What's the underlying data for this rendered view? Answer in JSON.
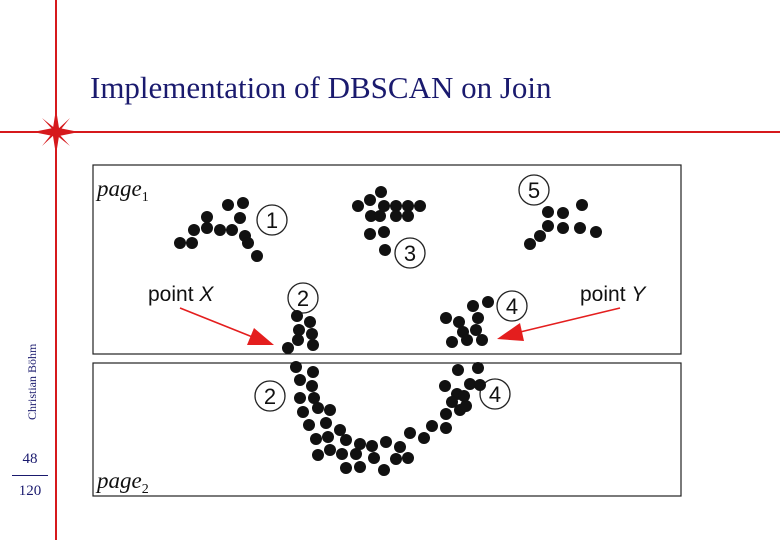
{
  "slide": {
    "title": "Implementation of DBSCAN on Join",
    "author": "Christian Böhm",
    "page_current": "48",
    "page_total": "120"
  },
  "figure": {
    "page1_label": "page",
    "page1_sub": "1",
    "page2_label": "page",
    "page2_sub": "2",
    "point_x_label": "point",
    "point_x_var": "X",
    "point_y_label": "point",
    "point_y_var": "Y",
    "cluster_labels": [
      "1",
      "2",
      "3",
      "4",
      "5",
      "2",
      "4"
    ],
    "arrow_color": "#e41e1e",
    "point_color": "#111111"
  },
  "colors": {
    "accent_lines": "#d6191c",
    "title_text": "#1a1a6e"
  }
}
